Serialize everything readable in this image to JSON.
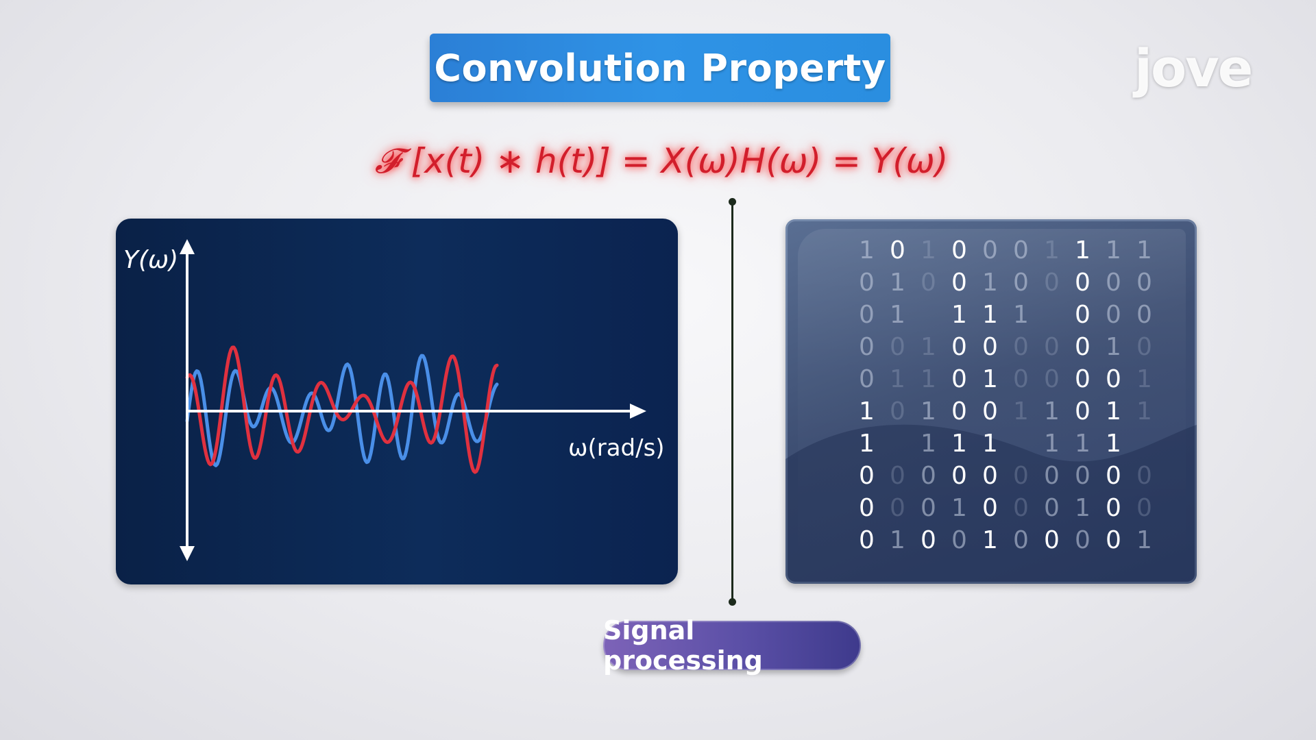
{
  "title": "Convolution Property",
  "logo": "jove",
  "equation": "𝓕 [x(t) ∗ h(t)] = X(ω)H(ω) = Y(ω)",
  "plot": {
    "ylabel": "Y(ω)",
    "xlabel": "ω(rad/s)",
    "colors": {
      "red": "#e0313f",
      "blue": "#4a8fe8",
      "axis": "#ffffff"
    }
  },
  "binary_grid": {
    "rows": [
      [
        [
          "1",
          "d"
        ],
        [
          "0",
          "b"
        ],
        [
          "1",
          "f"
        ],
        [
          "0",
          "b"
        ],
        [
          "0",
          "d"
        ],
        [
          "0",
          "d"
        ],
        [
          "1",
          "f"
        ],
        [
          "1",
          "b"
        ],
        [
          "1",
          "d"
        ],
        [
          "1",
          "d"
        ]
      ],
      [
        [
          "0",
          "d"
        ],
        [
          "1",
          "d"
        ],
        [
          "0",
          "f"
        ],
        [
          "0",
          "b"
        ],
        [
          "1",
          "d"
        ],
        [
          "0",
          "d"
        ],
        [
          "0",
          "f"
        ],
        [
          "0",
          "b"
        ],
        [
          "0",
          "d"
        ],
        [
          "0",
          "d"
        ]
      ],
      [
        [
          "0",
          "d"
        ],
        [
          "1",
          "d"
        ],
        [
          "",
          ""
        ],
        [
          "1",
          "b"
        ],
        [
          "1",
          "b"
        ],
        [
          "1",
          "d"
        ],
        [
          "",
          ""
        ],
        [
          "0",
          "b"
        ],
        [
          "0",
          "d"
        ],
        [
          "0",
          "d"
        ]
      ],
      [
        [
          "0",
          "d"
        ],
        [
          "0",
          "f"
        ],
        [
          "1",
          "f"
        ],
        [
          "0",
          "b"
        ],
        [
          "0",
          "b"
        ],
        [
          "0",
          "f"
        ],
        [
          "0",
          "f"
        ],
        [
          "0",
          "b"
        ],
        [
          "1",
          "d"
        ],
        [
          "0",
          "f"
        ]
      ],
      [
        [
          "0",
          "d"
        ],
        [
          "1",
          "f"
        ],
        [
          "1",
          "f"
        ],
        [
          "0",
          "b"
        ],
        [
          "1",
          "b"
        ],
        [
          "0",
          "f"
        ],
        [
          "0",
          "f"
        ],
        [
          "0",
          "b"
        ],
        [
          "0",
          "b"
        ],
        [
          "1",
          "f"
        ]
      ],
      [
        [
          "1",
          "b"
        ],
        [
          "0",
          "f"
        ],
        [
          "1",
          "d"
        ],
        [
          "0",
          "b"
        ],
        [
          "0",
          "b"
        ],
        [
          "1",
          "f"
        ],
        [
          "1",
          "d"
        ],
        [
          "0",
          "b"
        ],
        [
          "1",
          "b"
        ],
        [
          "1",
          "f"
        ]
      ],
      [
        [
          "1",
          "b"
        ],
        [
          "",
          ""
        ],
        [
          "1",
          "d"
        ],
        [
          "1",
          "b"
        ],
        [
          "1",
          "b"
        ],
        [
          "",
          ""
        ],
        [
          "1",
          "d"
        ],
        [
          "1",
          "d"
        ],
        [
          "1",
          "b"
        ],
        [
          "",
          ""
        ]
      ],
      [
        [
          "0",
          "b"
        ],
        [
          "0",
          "f"
        ],
        [
          "0",
          "d"
        ],
        [
          "0",
          "b"
        ],
        [
          "0",
          "b"
        ],
        [
          "0",
          "f"
        ],
        [
          "0",
          "d"
        ],
        [
          "0",
          "d"
        ],
        [
          "0",
          "b"
        ],
        [
          "0",
          "f"
        ]
      ],
      [
        [
          "0",
          "b"
        ],
        [
          "0",
          "f"
        ],
        [
          "0",
          "d"
        ],
        [
          "1",
          "d"
        ],
        [
          "0",
          "b"
        ],
        [
          "0",
          "f"
        ],
        [
          "0",
          "d"
        ],
        [
          "1",
          "d"
        ],
        [
          "0",
          "b"
        ],
        [
          "0",
          "f"
        ]
      ],
      [
        [
          "0",
          "b"
        ],
        [
          "1",
          "d"
        ],
        [
          "0",
          "b"
        ],
        [
          "0",
          "d"
        ],
        [
          "1",
          "b"
        ],
        [
          "0",
          "d"
        ],
        [
          "0",
          "b"
        ],
        [
          "0",
          "d"
        ],
        [
          "0",
          "b"
        ],
        [
          "1",
          "d"
        ]
      ]
    ]
  },
  "button": {
    "label": "Signal processing"
  }
}
